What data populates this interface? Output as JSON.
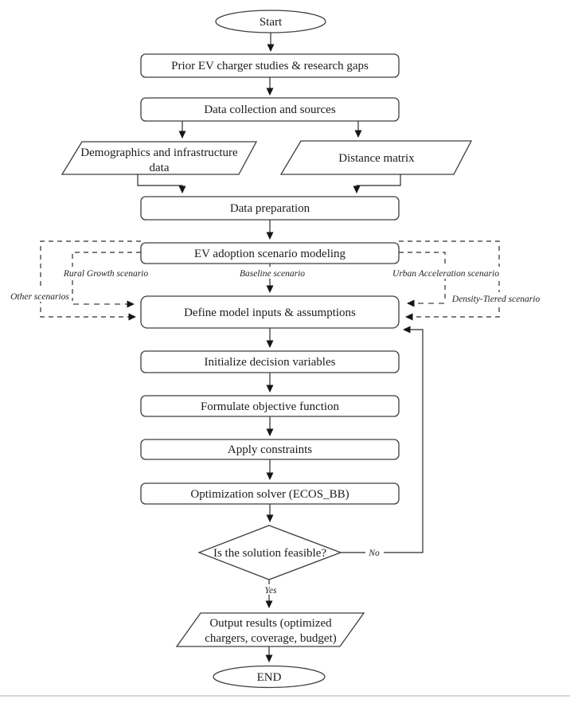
{
  "page": {
    "background": "#ffffff",
    "bottom_rule_color": "#d6d6d6"
  },
  "flowchart": {
    "nodes": {
      "start": {
        "type": "terminator",
        "label": "Start"
      },
      "prior_studies": {
        "type": "process",
        "label": "Prior EV charger studies & research gaps"
      },
      "data_collection": {
        "type": "process",
        "label": "Data collection and sources"
      },
      "demographics": {
        "type": "data",
        "lines": [
          "Demographics and infrastructure",
          "data"
        ]
      },
      "distance_matrix": {
        "type": "data",
        "label": "Distance matrix"
      },
      "data_preparation": {
        "type": "process",
        "label": "Data preparation"
      },
      "ev_adoption": {
        "type": "process",
        "label": "EV adoption scenario modeling"
      },
      "define_inputs": {
        "type": "process",
        "label": "Define model inputs & assumptions"
      },
      "init_vars": {
        "type": "process",
        "label": "Initialize decision variables"
      },
      "objective": {
        "type": "process",
        "label": "Formulate objective function"
      },
      "constraints": {
        "type": "process",
        "label": "Apply constraints"
      },
      "solver": {
        "type": "process",
        "label": "Optimization solver (ECOS_BB)"
      },
      "feasible": {
        "type": "decision",
        "label": "Is the solution feasible?"
      },
      "output": {
        "type": "data",
        "lines": [
          "Output results (optimized",
          "chargers, coverage, budget)"
        ]
      },
      "end": {
        "type": "terminator",
        "label": "END"
      }
    },
    "edge_labels": {
      "rural": "Rural Growth scenario",
      "baseline": "Baseline scenario",
      "urban": "Urban Acceleration scenario",
      "other": "Other scenarios",
      "density": "Density-Tiered scenario",
      "no": "No",
      "yes": "Yes"
    },
    "colors": {
      "shape_stroke": "#3d3d3d",
      "line": "#2b2b2b",
      "gray_dash": "#8a8a8a",
      "text": "#1c1c1c"
    }
  }
}
